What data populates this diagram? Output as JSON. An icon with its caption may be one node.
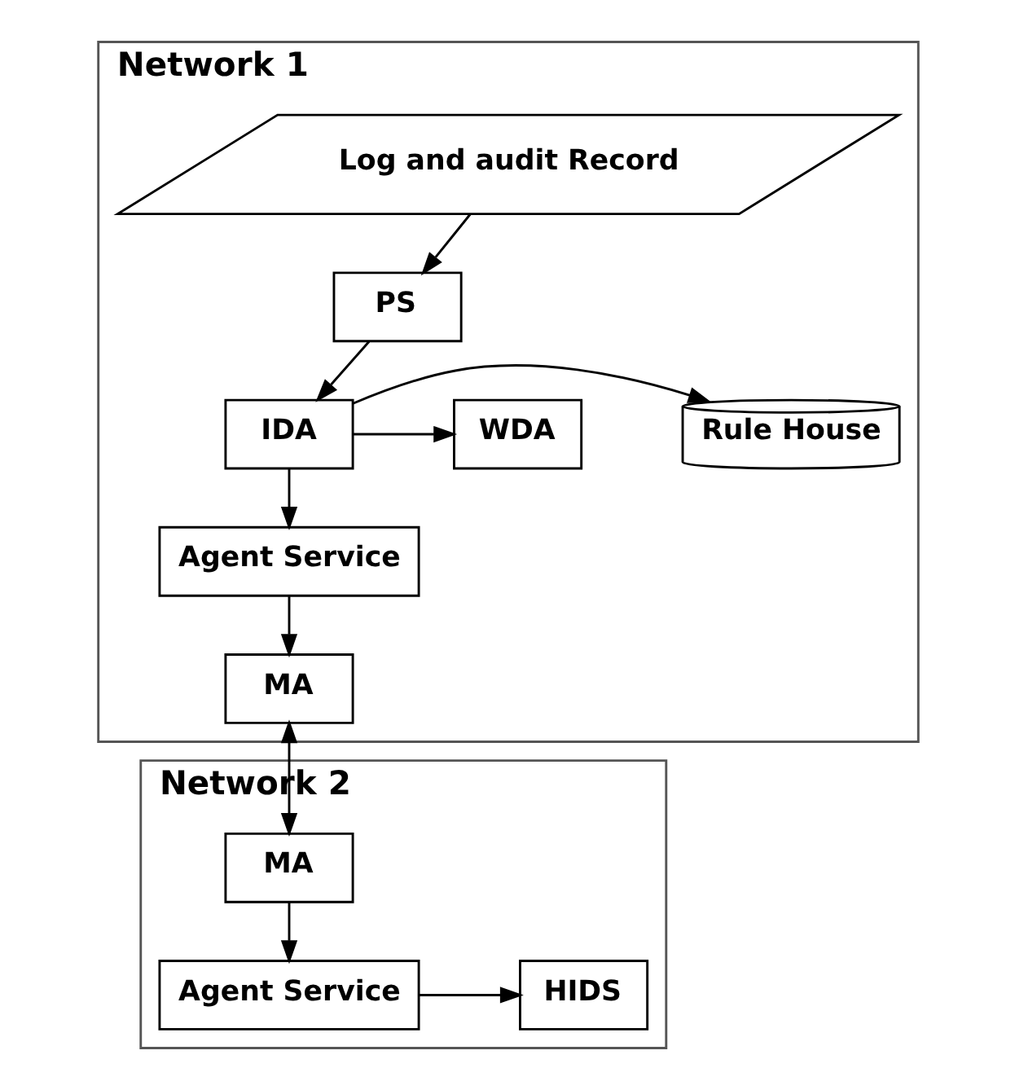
{
  "diagram": {
    "nodes": [
      {
        "text": [
          "Network 1"
        ]
      },
      {
        "text": [
          "Log and audit Record"
        ],
        "in": 0
      },
      {
        "text": [
          "PS"
        ],
        "in": 0
      },
      {
        "text": [
          "IDA"
        ],
        "in": 0
      },
      {
        "text": [
          "Rule House"
        ],
        "in": 0
      },
      {
        "text": [
          "WDA"
        ],
        "in": 0
      },
      {
        "text": [
          "Agent Service"
        ],
        "in": 0
      },
      {
        "text": [
          "MA"
        ],
        "in": 0
      },
      {
        "text": [
          "Network 2"
        ]
      },
      {
        "text": [
          "MA"
        ],
        "in": 8
      },
      {
        "text": [
          "Agent Service"
        ],
        "in": 8
      },
      {
        "text": [
          "HIDS"
        ],
        "in": 8
      }
    ],
    "edges": [
      {
        "from": 1,
        "to": 2,
        "arrow": "to"
      },
      {
        "from": 2,
        "to": 3,
        "arrow": "to"
      },
      {
        "from": 3,
        "to": 4,
        "arrow": "to"
      },
      {
        "from": 3,
        "to": 5,
        "arrow": "to"
      },
      {
        "from": 3,
        "to": 6,
        "arrow": "to"
      },
      {
        "from": 6,
        "to": 7,
        "arrow": "to"
      },
      {
        "from": 7,
        "to": 9,
        "arrow": "both"
      },
      {
        "from": 9,
        "to": 10,
        "arrow": "to"
      },
      {
        "from": 10,
        "to": 11,
        "arrow": "to"
      }
    ]
  }
}
